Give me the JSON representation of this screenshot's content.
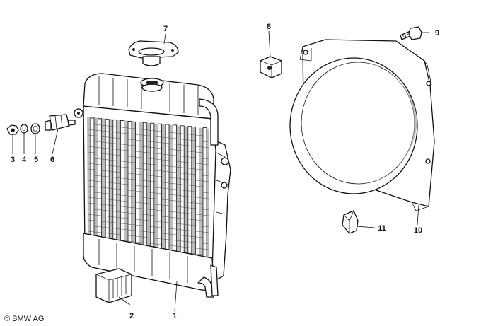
{
  "callouts": [
    "1",
    "2",
    "3",
    "4",
    "5",
    "6",
    "7",
    "8",
    "9",
    "10",
    "11"
  ],
  "copyright": "© BMW AG"
}
